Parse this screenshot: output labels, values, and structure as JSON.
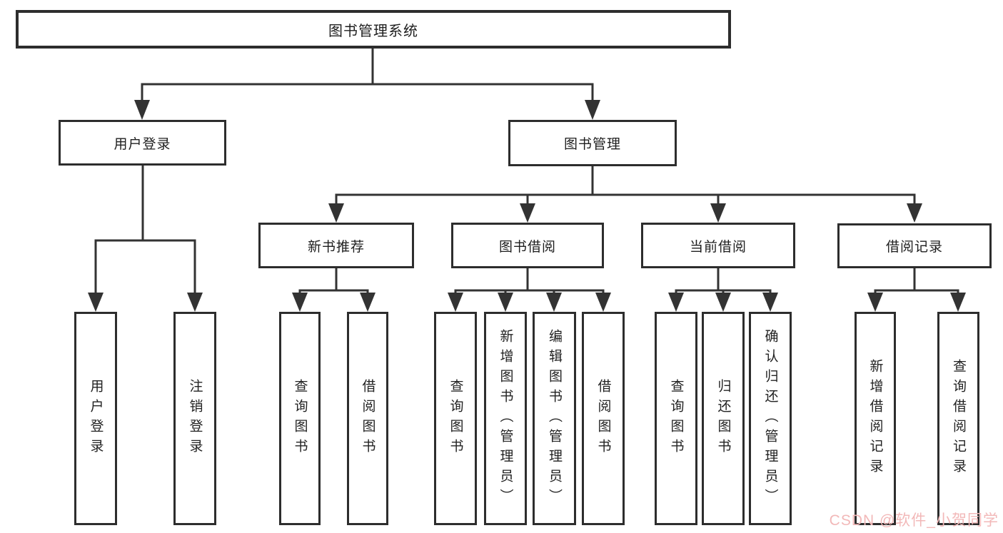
{
  "diagram": {
    "title": "图书管理系统",
    "root": "图书管理系统",
    "branches": [
      {
        "label": "用户登录",
        "leaves": [
          "用户登录",
          "注销登录"
        ]
      },
      {
        "label": "图书管理",
        "children": [
          {
            "label": "新书推荐",
            "leaves": [
              "查询图书",
              "借阅图书"
            ]
          },
          {
            "label": "图书借阅",
            "leaves": [
              "查询图书",
              "新增图书（管理员）",
              "编辑图书（管理员）",
              "借阅图书"
            ]
          },
          {
            "label": "当前借阅",
            "leaves": [
              "查询图书",
              "归还图书",
              "确认归还（管理员）"
            ]
          },
          {
            "label": "借阅记录",
            "leaves": [
              "新增借阅记录",
              "查询借阅记录"
            ]
          }
        ]
      }
    ]
  },
  "colors": {
    "line": "#333333",
    "box_border": "#2d2d2d",
    "text": "#1e1e1e",
    "background": "#ffffff",
    "watermark": "#f2b8b8"
  },
  "watermark": {
    "text": "CSDN @软件_小贺同学"
  }
}
